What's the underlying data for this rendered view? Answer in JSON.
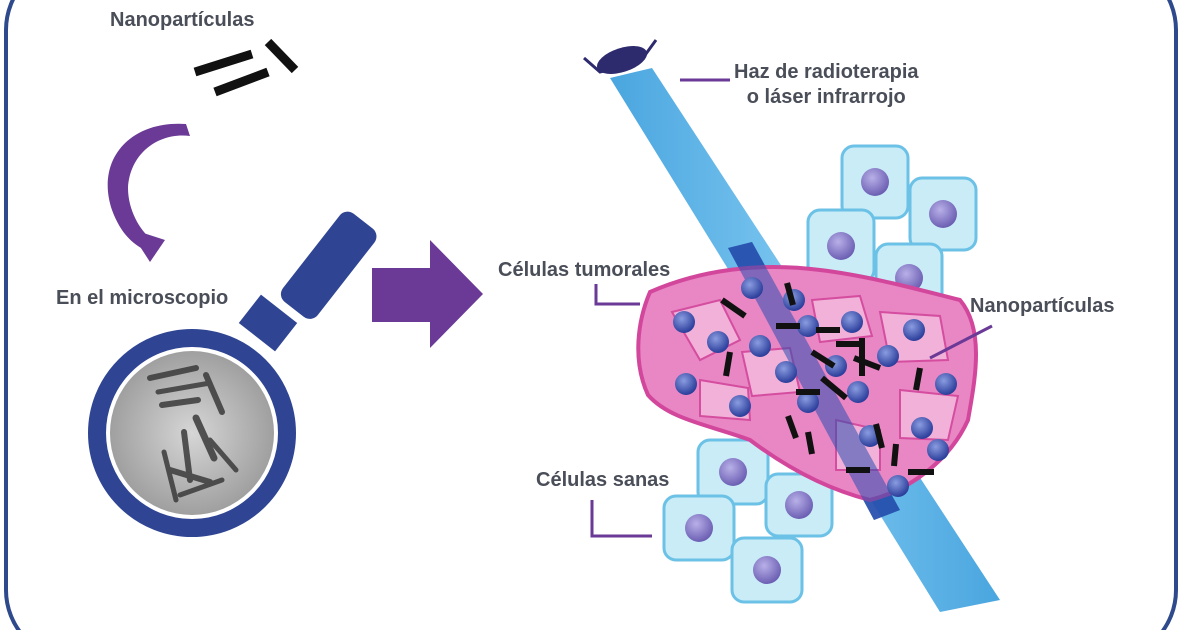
{
  "labels": {
    "nanoparticles_top": "Nanopartículas",
    "microscope": "En el microscopio",
    "beam_line1": "Haz de radioterapia",
    "beam_line2": "o láser infrarrojo",
    "tumor_cells": "Células tumorales",
    "nanoparticles_right": "Nanopartículas",
    "healthy_cells": "Células sanas"
  },
  "colors": {
    "frame": "#2e4a8c",
    "purple": "#6a3a96",
    "navy": "#2f4593",
    "beam": "#5fb3e6",
    "beam_dark": "#1f4fa8",
    "tumor": "#e986c4",
    "tumor_edge": "#d2479c",
    "healthy": "#c9ecf7",
    "healthy_edge": "#6cc1e6",
    "nucleus": "#8a7fc9",
    "particle": "#111111",
    "text": "#4a4e58"
  },
  "icons": [
    "curved-arrow-icon",
    "magnifier-icon",
    "right-arrow-icon",
    "beam-emitter-icon"
  ]
}
